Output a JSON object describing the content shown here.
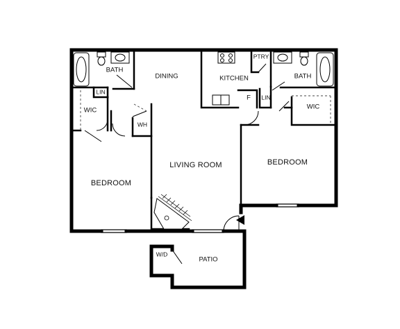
{
  "rooms": {
    "bath_left": "BATH",
    "dining": "DINING",
    "kitchen": "KITCHEN",
    "pantry": "PTRY",
    "bath_right": "BATH",
    "linen_left": "LIN",
    "wic_left": "WIC",
    "water_heater": "WH",
    "fridge": "F",
    "linen_right": "LIN",
    "wic_right": "WIC",
    "living_room": "LIVING ROOM",
    "bedroom_right": "BEDROOM",
    "bedroom_left": "BEDROOM",
    "washer_dryer": "W/D",
    "patio": "PATIO"
  }
}
